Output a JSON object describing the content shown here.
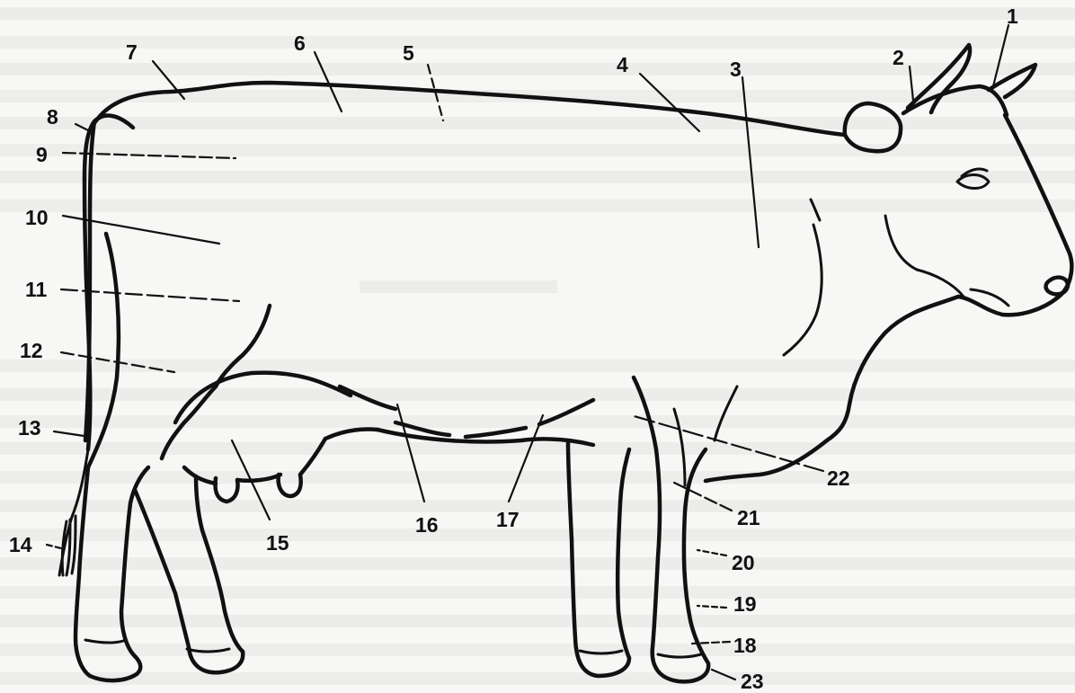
{
  "labels": [
    {
      "id": "label-1",
      "text": "1"
    },
    {
      "id": "label-2",
      "text": "2"
    },
    {
      "id": "label-3",
      "text": "3"
    },
    {
      "id": "label-4",
      "text": "4"
    },
    {
      "id": "label-5",
      "text": "5"
    },
    {
      "id": "label-6",
      "text": "6"
    },
    {
      "id": "label-7",
      "text": "7"
    },
    {
      "id": "label-8",
      "text": "8"
    },
    {
      "id": "label-9",
      "text": "9"
    },
    {
      "id": "label-10",
      "text": "10"
    },
    {
      "id": "label-11",
      "text": "11"
    },
    {
      "id": "label-12",
      "text": "12"
    },
    {
      "id": "label-13",
      "text": "13"
    },
    {
      "id": "label-14",
      "text": "14"
    },
    {
      "id": "label-15",
      "text": "15"
    },
    {
      "id": "label-16",
      "text": "16"
    },
    {
      "id": "label-17",
      "text": "17"
    },
    {
      "id": "label-18",
      "text": "18"
    },
    {
      "id": "label-19",
      "text": "19"
    },
    {
      "id": "label-20",
      "text": "20"
    },
    {
      "id": "label-21",
      "text": "21"
    },
    {
      "id": "label-22",
      "text": "22"
    },
    {
      "id": "label-23",
      "text": "23"
    }
  ]
}
